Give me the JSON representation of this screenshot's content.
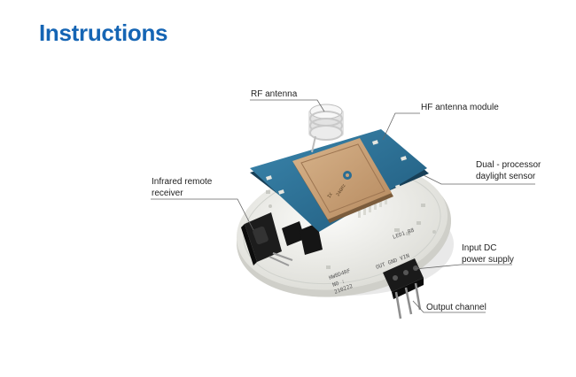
{
  "title": "Instructions",
  "labels": {
    "rf_antenna": "RF antenna",
    "hf_antenna_module": "HF antenna module",
    "dual_processor_line1": "Dual - processor",
    "dual_processor_line2": "daylight sensor",
    "infrared_line1": "Infrared remote",
    "infrared_line2": "receiver",
    "input_dc_line1": "Input DC",
    "input_dc_line2": "power supply",
    "output_channel": "Output channel"
  },
  "pcb_silkscreen": {
    "terminal": "OUT GND VIN",
    "model": "HW8D4RF",
    "no_label": "NO :",
    "date": "210222",
    "led": "LED1 R8"
  },
  "colors": {
    "title": "#1565b4",
    "board": "#f1f2ee",
    "module": "#2a6d93",
    "shield": "#c8a27b",
    "leader": "#666666"
  }
}
